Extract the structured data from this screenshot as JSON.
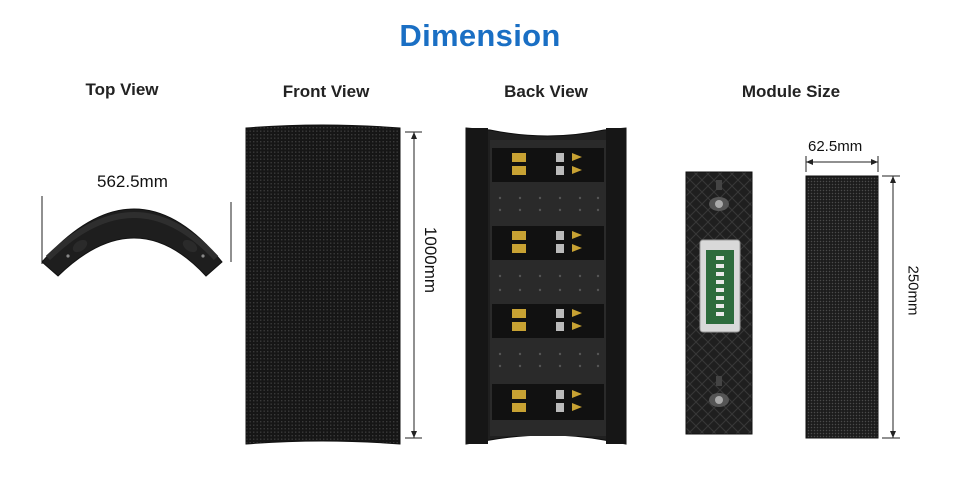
{
  "title": "Dimension",
  "views": {
    "top": {
      "label": "Top View",
      "dimension": "562.5mm"
    },
    "front": {
      "label": "Front View",
      "dimension": "1000mm"
    },
    "back": {
      "label": "Back View"
    },
    "module": {
      "label": "Module Size",
      "width": "62.5mm",
      "height": "250mm"
    }
  },
  "colors": {
    "title": "#1a6fc4",
    "panel": "#1b1b1b",
    "connector": "#c8a233"
  }
}
